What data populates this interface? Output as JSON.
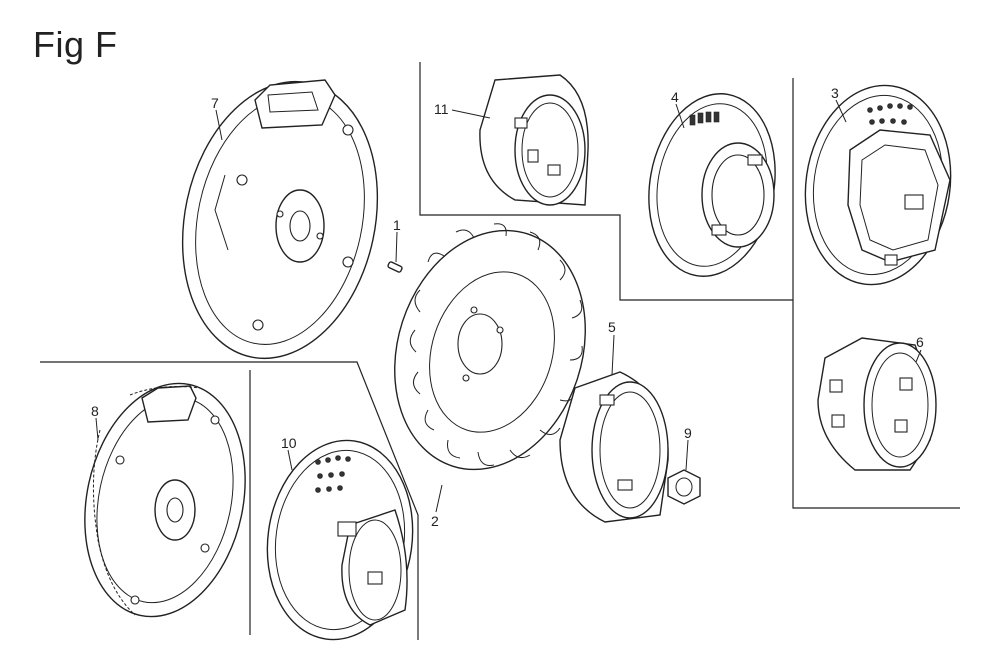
{
  "figure": {
    "title": "Fig F"
  },
  "callouts": {
    "p1": "1",
    "p2": "2",
    "p3": "3",
    "p4": "4",
    "p5": "5",
    "p6": "6",
    "p7": "7",
    "p8": "8",
    "p9": "9",
    "p10": "10",
    "p11": "11"
  }
}
